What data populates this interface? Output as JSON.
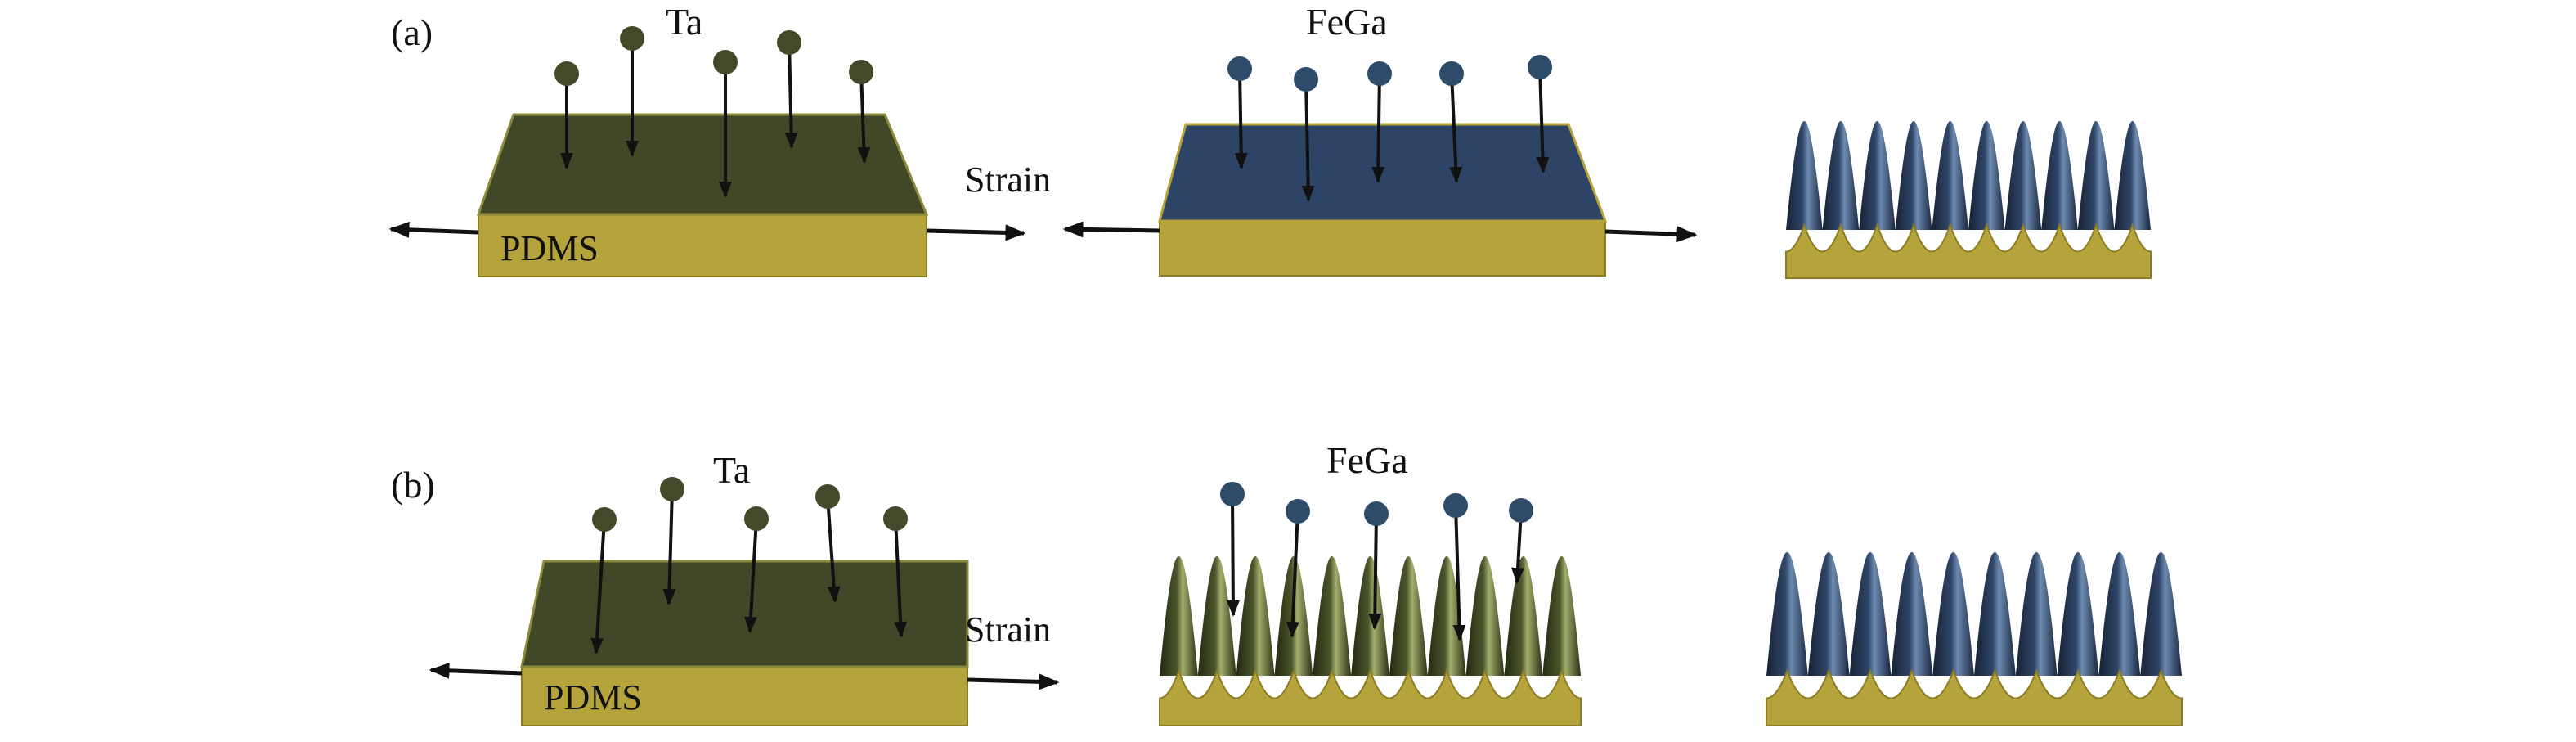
{
  "figure": {
    "colors": {
      "pdms": "#b5a43c",
      "pdms_edge": "#8c7c24",
      "ta_film": "#414827",
      "fega_film": "#2e4466",
      "ta_atom": "#434a2a",
      "fega_atom": "#2e4b69",
      "arrow": "#111111",
      "ridge_blue_light": "#5a7aa4",
      "ridge_blue_dark": "#172335",
      "ridge_green_light": "#8b9a58",
      "ridge_green_dark": "#242a12"
    },
    "panel_a": {
      "label": "(a)",
      "step1": {
        "atom_label": "Ta",
        "substrate_label": "PDMS",
        "strain_label": "Strain",
        "atom_icon": "ta-atom-icon"
      },
      "step2": {
        "atom_label": "FeGa",
        "atom_icon": "fega-atom-icon"
      },
      "step3": {
        "result": "wrinkled-fega-film"
      }
    },
    "panel_b": {
      "label": "(b)",
      "step1": {
        "atom_label": "Ta",
        "substrate_label": "PDMS",
        "strain_label": "Strain",
        "atom_icon": "ta-atom-icon"
      },
      "step2": {
        "atom_label": "FeGa",
        "atom_icon": "fega-atom-icon"
      },
      "step3": {
        "result": "wrinkled-fega-film"
      }
    }
  }
}
